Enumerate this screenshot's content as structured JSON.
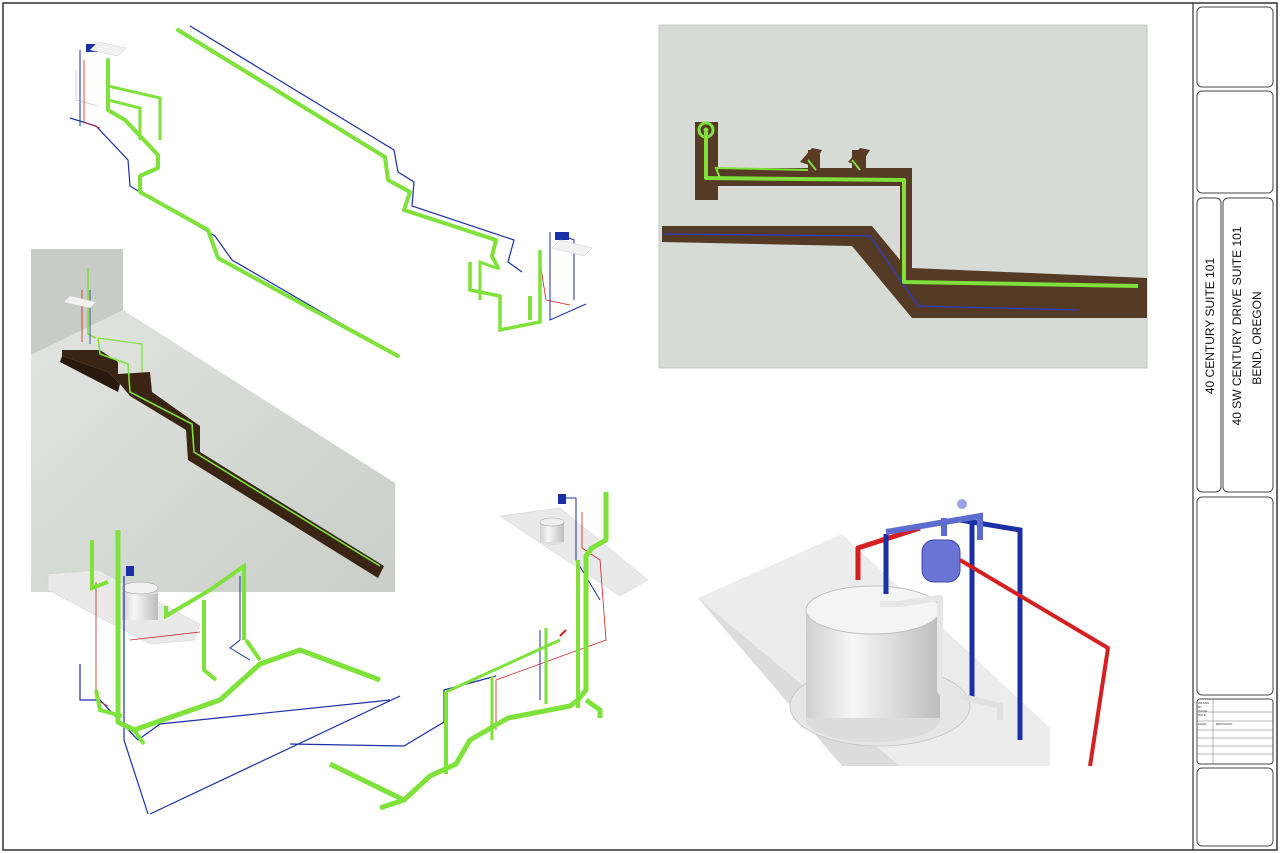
{
  "title_block": {
    "project_name": "40 CENTURY SUITE 101",
    "address_line": "40 SW CENTURY DRIVE SUITE 101",
    "city_line": "BEND, OREGON"
  },
  "revision_table": {
    "drawn_by_label": "DRAWN BY",
    "issue_date_label": "ISSUE DATE",
    "mark_label": "MARK",
    "revisions_label": "REVISIONS"
  },
  "colors": {
    "waste_pipe": "#7ee23a",
    "cold_water": "#1b2fa6",
    "hot_water": "#d42020",
    "trench": "#4a2c17",
    "slab": "#d9ddd8",
    "frame": "#333333"
  }
}
